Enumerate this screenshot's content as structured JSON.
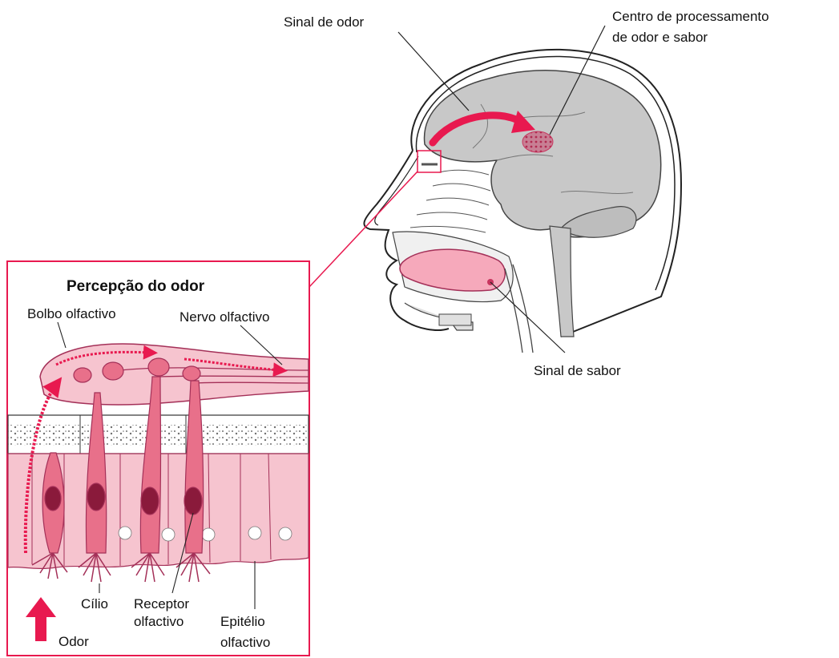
{
  "labels": {
    "odor_signal": "Sinal de odor",
    "processing_center_line1": "Centro de processamento",
    "processing_center_line2": "de odor e sabor",
    "taste_signal": "Sinal de sabor",
    "inset_title": "Percepção do odor",
    "olfactory_bulb": "Bolbo olfactivo",
    "olfactory_nerve": "Nervo olfactivo",
    "cilium": "Cílio",
    "receptor_line1": "Receptor",
    "receptor_line2": "olfactivo",
    "epithelium_line1": "Epitélio",
    "epithelium_line2": "olfactivo",
    "odor": "Odor"
  },
  "colors": {
    "signal_red": "#e8194f",
    "neuron_pink": "#e8708a",
    "tissue_pink": "#f6c4cf",
    "brain_gray": "#c8c8c8",
    "processing_spot": "#c8365f"
  }
}
